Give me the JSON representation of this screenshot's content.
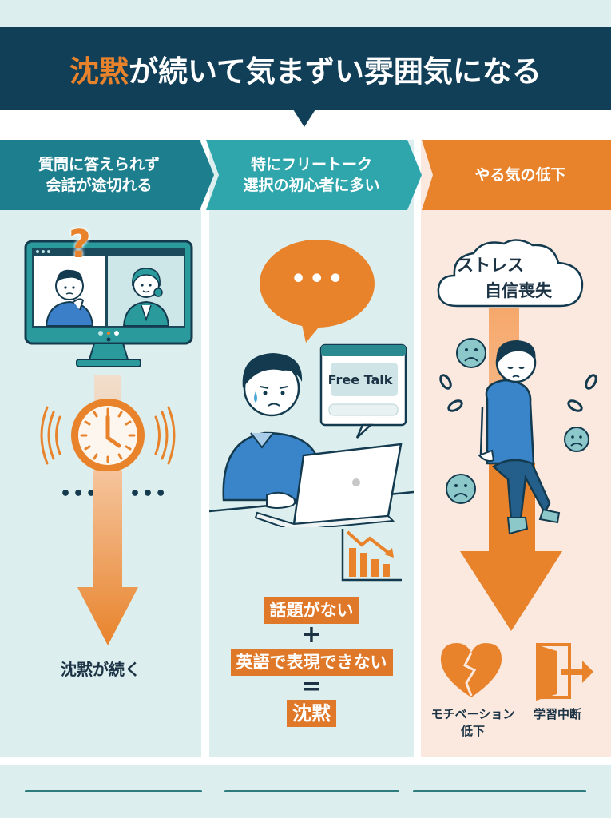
{
  "title": {
    "highlight": "沈黙",
    "rest": "が続いて気まずい雰囲気になる"
  },
  "columns": [
    {
      "header_line1": "質問に答えられず",
      "header_line2": "会話が途切れる",
      "illustration": "video-call-monitor",
      "question_mark": "?",
      "dots_left": "•••",
      "dots_right": "•••",
      "caption": "沈黙が続く"
    },
    {
      "header_line1": "特にフリートーク",
      "header_line2": "選択の初心者に多い",
      "bubble_dots": "•••",
      "window_label": "Free Talk",
      "equation": {
        "term1": "話題がない",
        "plus": "+",
        "term2": "英語で表現できない",
        "equals": "=",
        "result": "沈黙"
      }
    },
    {
      "header_line1": "やる気の低下",
      "cloud_line1": "ストレス",
      "cloud_line2": "自信喪失",
      "outcomes": [
        {
          "icon": "broken-heart-icon",
          "label_line1": "モチベーション",
          "label_line2": "低下"
        },
        {
          "icon": "exit-door-icon",
          "label_line1": "学習中断",
          "label_line2": ""
        }
      ]
    }
  ],
  "colors": {
    "navy": "#123f58",
    "orange": "#e8832c",
    "teal_dark": "#1d7e8e",
    "teal_light": "#2fa5ac",
    "panel_teal": "#dcefee",
    "panel_peach": "#fbe9df"
  }
}
